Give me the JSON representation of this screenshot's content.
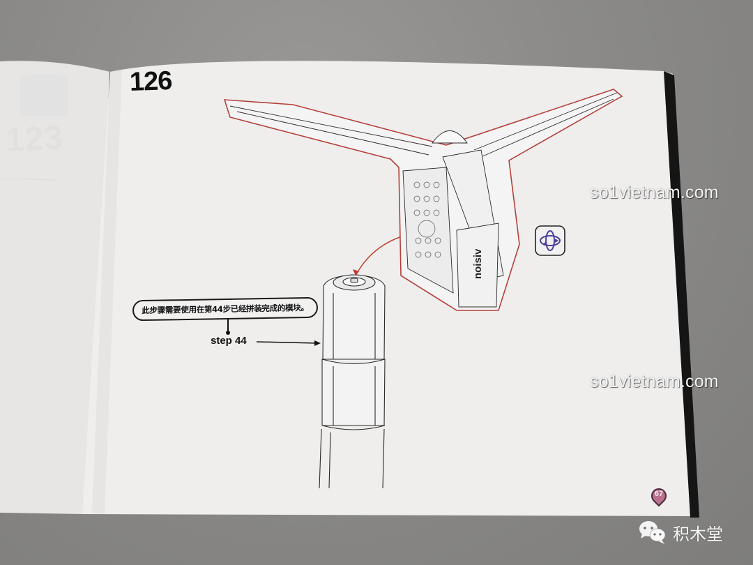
{
  "photo": {
    "subject": "open building-block instruction booklet",
    "background_color": "#8a8987"
  },
  "right_page": {
    "step_number": "126",
    "callout_text": "此步骤需要使用在第44步已经拼装完成的模块。",
    "step_reference": "step 44",
    "page_number": "67",
    "page_badge_color": "#b8718f",
    "model_sign_text": "uoisiʌ",
    "outline_color": "#c0392b",
    "rotate_icon": "rotate-model-icon",
    "rotate_icon_color": "#4b3f9a"
  },
  "left_page": {
    "ghost_step_number": "123"
  },
  "watermarks": [
    {
      "text": "so1vietnam.com"
    },
    {
      "text": "so1vietnam.com"
    }
  ],
  "wechat_badge": {
    "icon": "wechat-icon",
    "label": "积木堂"
  }
}
